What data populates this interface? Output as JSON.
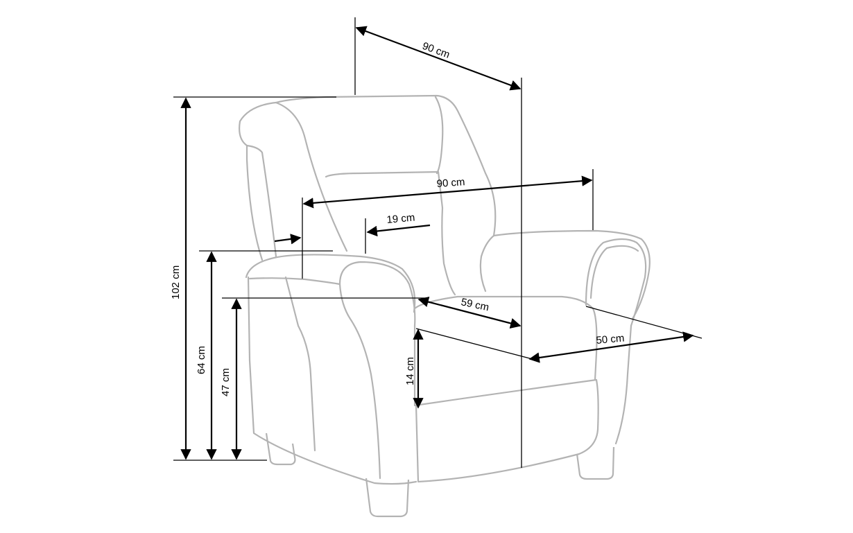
{
  "dimensions": {
    "width_top": "90 cm",
    "width_arms": "90 cm",
    "arm_width": "19 cm",
    "height_total": "102 cm",
    "height_arm": "64 cm",
    "height_seat": "47 cm",
    "seat_depth": "59 cm",
    "seat_width": "50 cm",
    "cushion_height": "14 cm"
  },
  "colors": {
    "outline": "#b3b3b3",
    "dimension_lines": "#000000"
  }
}
